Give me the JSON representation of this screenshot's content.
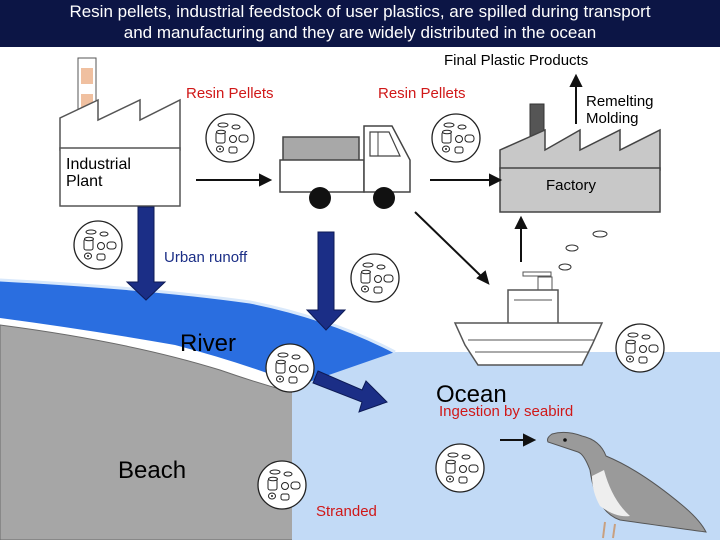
{
  "title": {
    "line1": "Resin pellets, industrial feedstock of user plastics, are spilled during transport",
    "line2": "and manufacturing and they are widely distributed in the ocean"
  },
  "labels": {
    "final_products": "Final Plastic Products",
    "resin_pellets_1": "Resin Pellets",
    "resin_pellets_2": "Resin Pellets",
    "remelting": "Remelting",
    "molding": "Molding",
    "industrial": "Industrial",
    "plant": "Plant",
    "factory": "Factory",
    "urban_runoff": "Urban runoff",
    "river": "River",
    "ocean": "Ocean",
    "ingestion": "Ingestion by seabird",
    "beach": "Beach",
    "stranded": "Stranded"
  },
  "colors": {
    "title_bg": "#0c1545",
    "river": "#2a6ee0",
    "ocean": "#c2daf6",
    "beach": "#a6a6a6",
    "arrow": "#1b2e86",
    "red_text": "#d01818"
  }
}
